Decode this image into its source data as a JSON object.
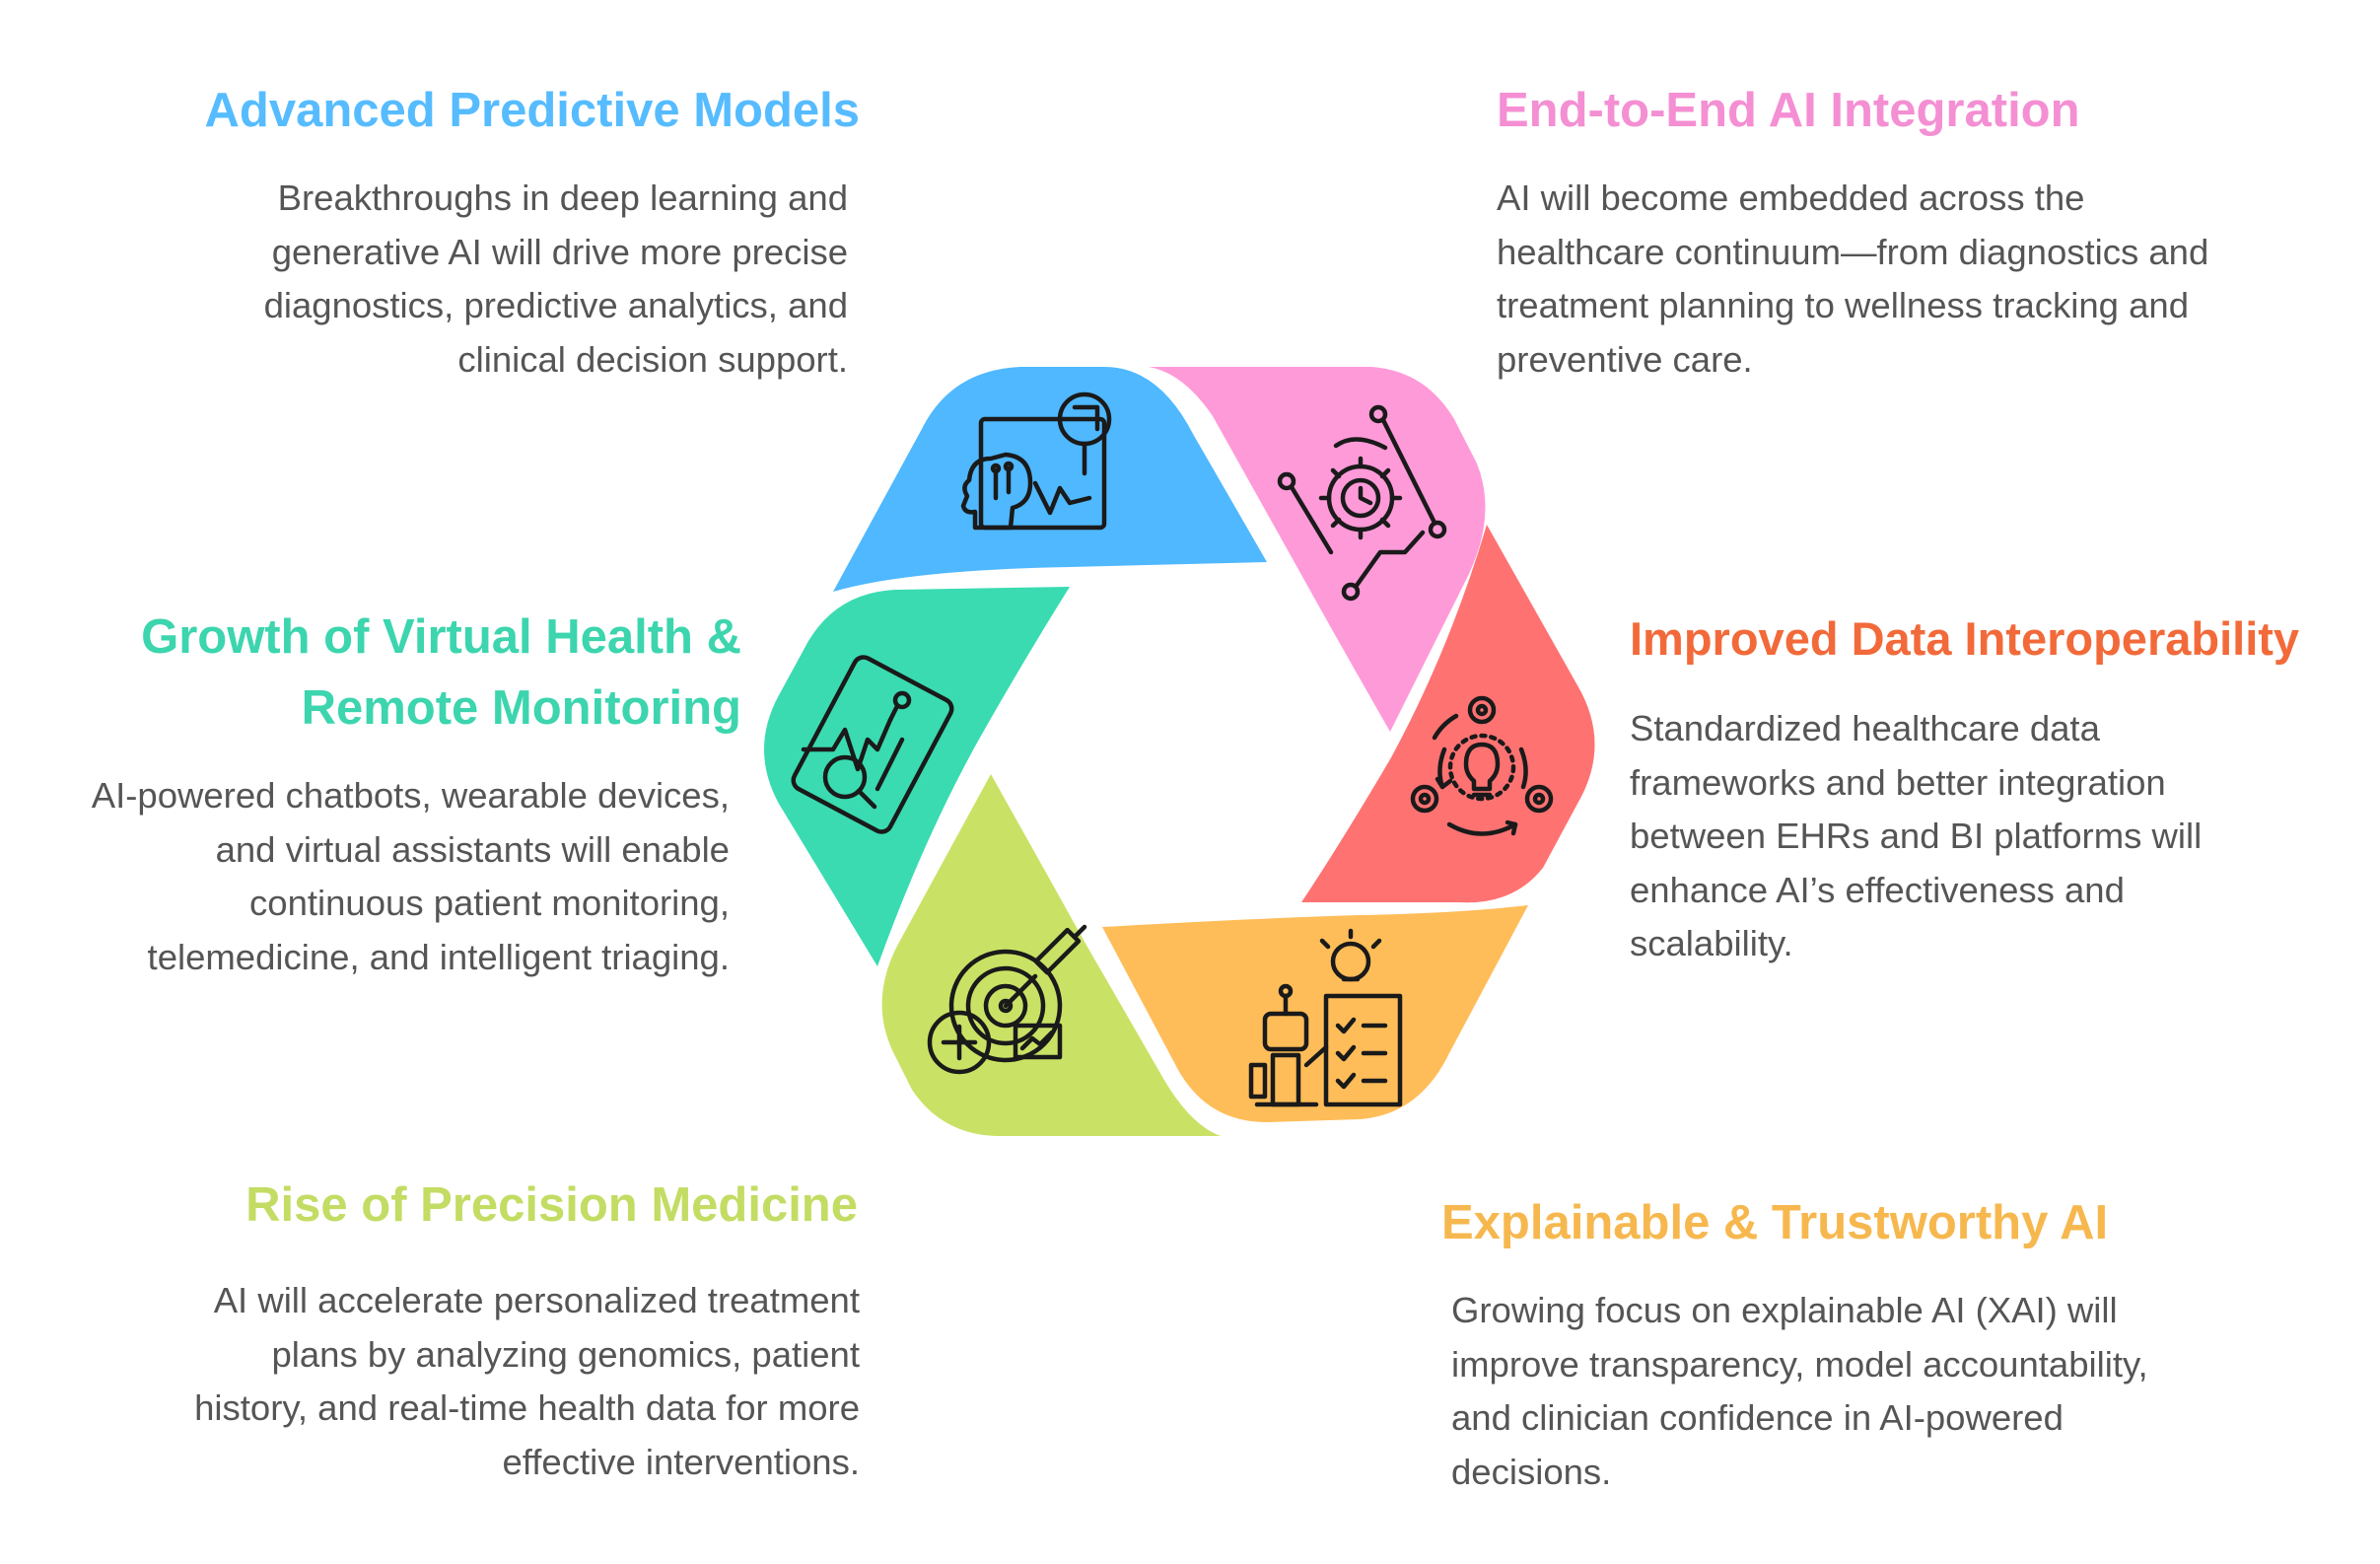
{
  "colors": {
    "blue": "#4FB8FF",
    "pink": "#FF9AD9",
    "red": "#FF7272",
    "orange": "#FFBD59",
    "lime": "#C9E265",
    "teal": "#3ADBB1",
    "title_blue": "#56BCFF",
    "title_pink": "#F48FD3",
    "title_orange_red": "#F26A3A",
    "title_orange": "#F6B84E",
    "title_lime": "#C3DC63",
    "title_teal": "#3CD5AE",
    "body_text": "#555555"
  },
  "items": [
    {
      "id": "advanced-predictive-models",
      "title": "Advanced Predictive Models",
      "body_lines": [
        "Breakthroughs in deep learning and",
        "generative AI will drive more precise",
        "diagnostics, predictive analytics, and",
        "clinical decision support."
      ],
      "icon": "ai-head-analytics-icon",
      "segment_color": "blue"
    },
    {
      "id": "end-to-end-ai-integration",
      "title": "End-to-End AI Integration",
      "body_lines": [
        "AI will become embedded across the",
        "healthcare continuum—from diagnostics and",
        "treatment planning to wellness tracking and",
        "preventive care."
      ],
      "icon": "gear-circuit-icon",
      "segment_color": "pink"
    },
    {
      "id": "improved-data-interoperability",
      "title": "Improved Data Interoperability",
      "body_lines": [
        "Standardized healthcare data",
        "frameworks and better integration",
        "between EHRs and BI platforms will",
        "enhance AI’s effectiveness and",
        "scalability."
      ],
      "icon": "lightbulb-gears-cycle-icon",
      "segment_color": "red"
    },
    {
      "id": "explainable-trustworthy-ai",
      "title": "Explainable & Trustworthy AI",
      "body_lines": [
        "Growing focus on explainable AI (XAI) will",
        "improve transparency, model accountability,",
        "and clinician confidence in AI-powered",
        "decisions."
      ],
      "icon": "robot-checklist-icon",
      "segment_color": "orange"
    },
    {
      "id": "rise-of-precision-medicine",
      "title": "Rise of Precision Medicine",
      "body_lines": [
        "AI will accelerate personalized treatment",
        "plans by analyzing genomics, patient",
        "history, and real-time health data for more",
        "effective interventions."
      ],
      "icon": "target-syringe-icon",
      "segment_color": "lime"
    },
    {
      "id": "virtual-health-remote-monitoring",
      "title_lines": [
        "Growth of Virtual Health &",
        "Remote Monitoring"
      ],
      "body_lines": [
        "AI-powered chatbots, wearable devices,",
        "and virtual assistants will enable",
        "continuous patient monitoring,",
        "telemedicine, and intelligent triaging."
      ],
      "icon": "tablet-heartbeat-icon",
      "segment_color": "teal"
    }
  ]
}
